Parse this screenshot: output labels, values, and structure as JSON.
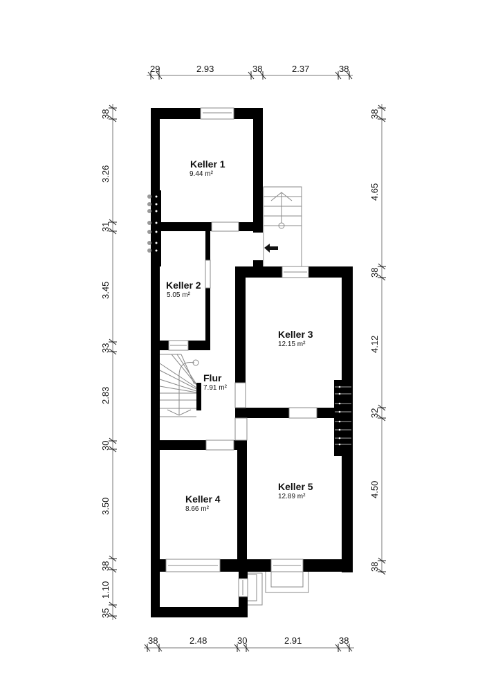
{
  "plan": {
    "type": "basement-floor-plan",
    "colors": {
      "wall": "#000000",
      "background": "#ffffff",
      "dimension_line": "#777777",
      "text": "#111111"
    },
    "rooms": [
      {
        "name": "Keller 1",
        "area": "9.44 m²"
      },
      {
        "name": "Keller 2",
        "area": "5.05 m²"
      },
      {
        "name": "Flur",
        "area": "7.91 m²"
      },
      {
        "name": "Keller 3",
        "area": "12.15 m²"
      },
      {
        "name": "Keller 4",
        "area": "8.66 m²"
      },
      {
        "name": "Keller 5",
        "area": "12.89 m²"
      }
    ],
    "dimensions": {
      "top": [
        "29",
        "2.93",
        "38",
        "2.37",
        "38"
      ],
      "bottom": [
        "38",
        "2.48",
        "30",
        "2.91",
        "38"
      ],
      "left": [
        "38",
        "3.26",
        "31",
        "3.45",
        "33",
        "2.83",
        "30",
        "3.50",
        "38",
        "1.10",
        "35"
      ],
      "right": [
        "38",
        "4.65",
        "38",
        "4.12",
        "32",
        "4.50",
        "38"
      ]
    },
    "icons": {
      "entrance": "arrow-left-icon",
      "stairs_up": "stair-arrow-icon"
    }
  }
}
